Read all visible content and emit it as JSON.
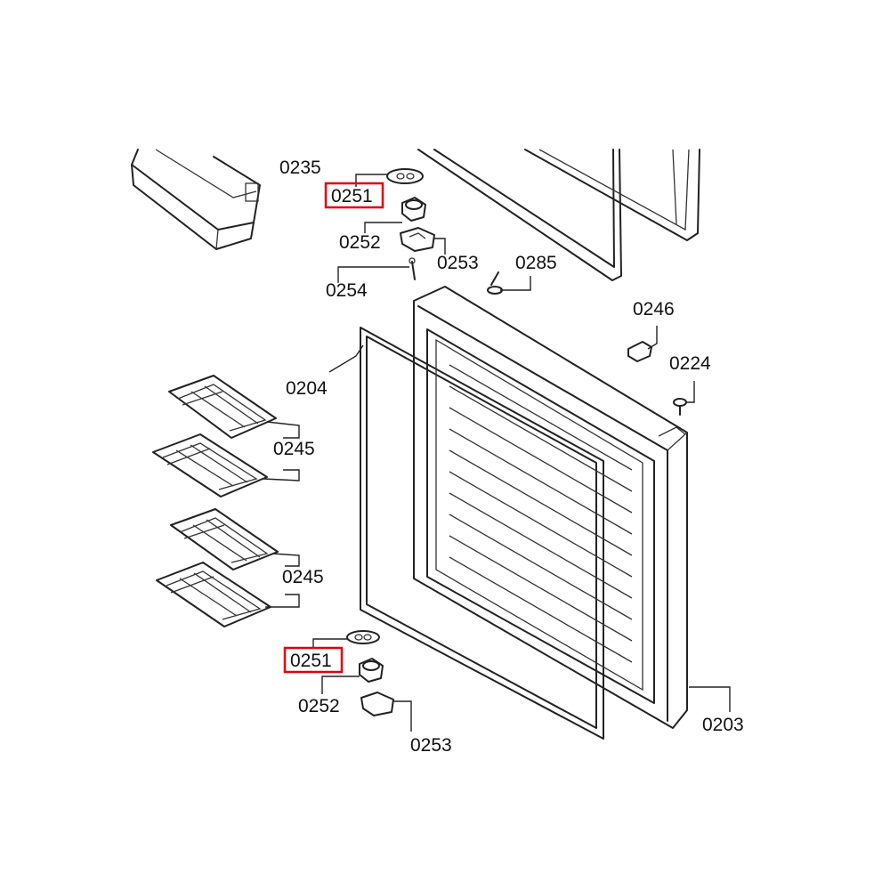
{
  "colors": {
    "line": "#222222",
    "highlight": "#e3000b",
    "background": "#ffffff"
  },
  "labels": {
    "p0235": "0235",
    "p0251_top": "0251",
    "p0252_top": "0252",
    "p0253_top": "0253",
    "p0254": "0254",
    "p0285": "0285",
    "p0246": "0246",
    "p0224": "0224",
    "p0204": "0204",
    "p0245_a": "0245",
    "p0245_b": "0245",
    "p0251_bottom": "0251",
    "p0252_bottom": "0252",
    "p0253_bottom": "0253",
    "p0203": "0203"
  },
  "highlighted": [
    "0251"
  ]
}
